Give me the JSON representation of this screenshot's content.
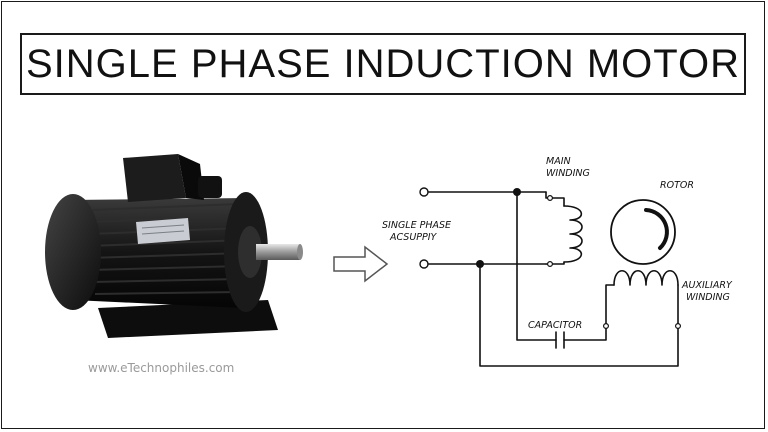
{
  "title": "SINGLE PHASE INDUCTION MOTOR",
  "watermark": "www.eTechnophiles.com",
  "labels": {
    "main_winding_1": "MAIN",
    "main_winding_2": "WINDING",
    "rotor": "ROTOR",
    "supply_1": "SINGLE PHASE",
    "supply_2": "ACSUPPIY",
    "auxiliary_1": "AUXILIARY",
    "auxiliary_2": "WINDING",
    "capacitor": "CAPACITOR"
  }
}
